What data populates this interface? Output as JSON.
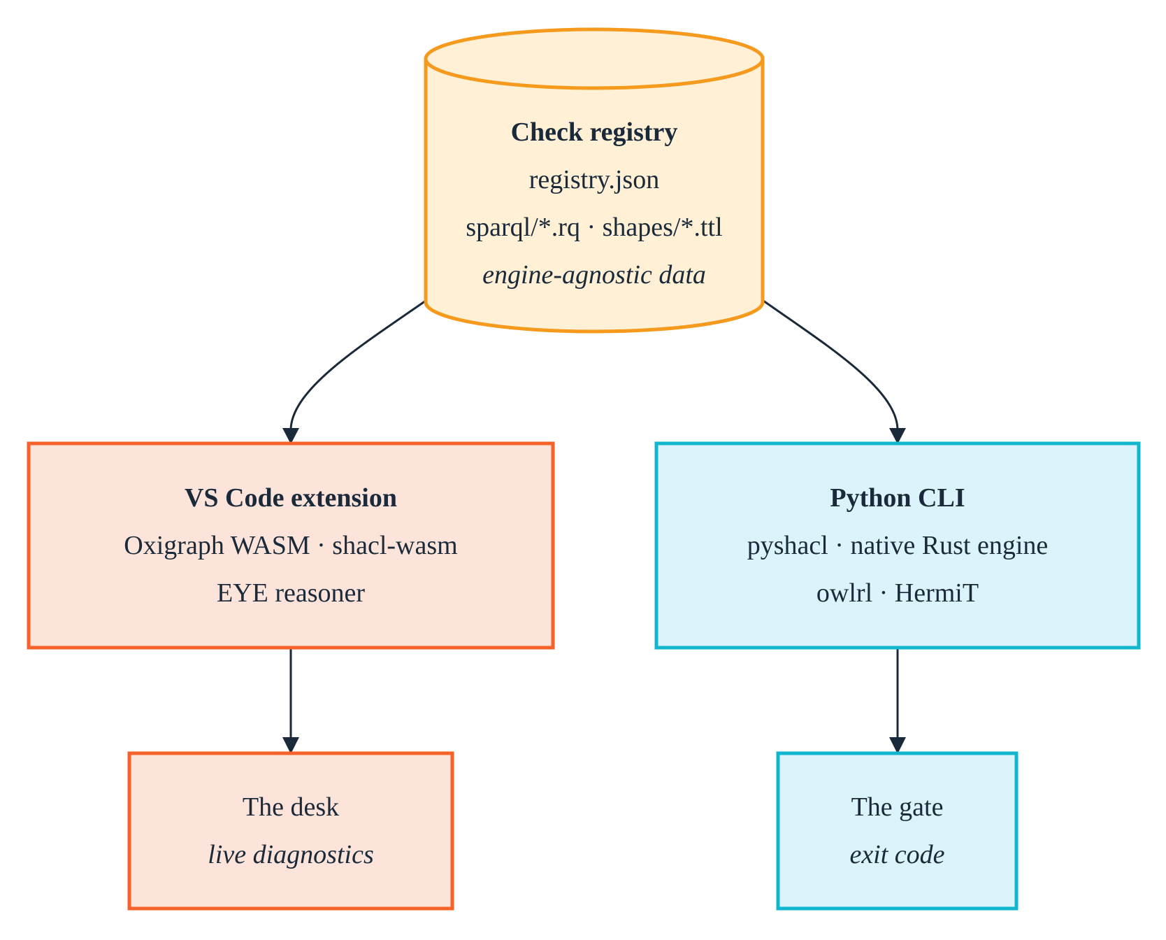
{
  "diagram": {
    "colors": {
      "registry_fill": "#fff0d6",
      "registry_stroke": "#f59a1d",
      "vscode_fill": "#fde4da",
      "vscode_stroke": "#f5632a",
      "python_fill": "#dbf3fa",
      "python_stroke": "#12b5ce",
      "edge": "#1b2a3a",
      "text": "#1b2a3a"
    },
    "registry": {
      "title": "Check registry",
      "line1": "registry.json",
      "line2": "sparql/*.rq · shapes/*.ttl",
      "note": "engine-agnostic data"
    },
    "vscode": {
      "title": "VS Code extension",
      "line1": "Oxigraph WASM · shacl-wasm",
      "line2": "EYE reasoner"
    },
    "python": {
      "title": "Python CLI",
      "line1": "pyshacl · native Rust engine",
      "line2": "owlrl · HermiT"
    },
    "desk": {
      "title": "The desk",
      "note": "live diagnostics"
    },
    "gate": {
      "title": "The gate",
      "note": "exit code"
    }
  }
}
